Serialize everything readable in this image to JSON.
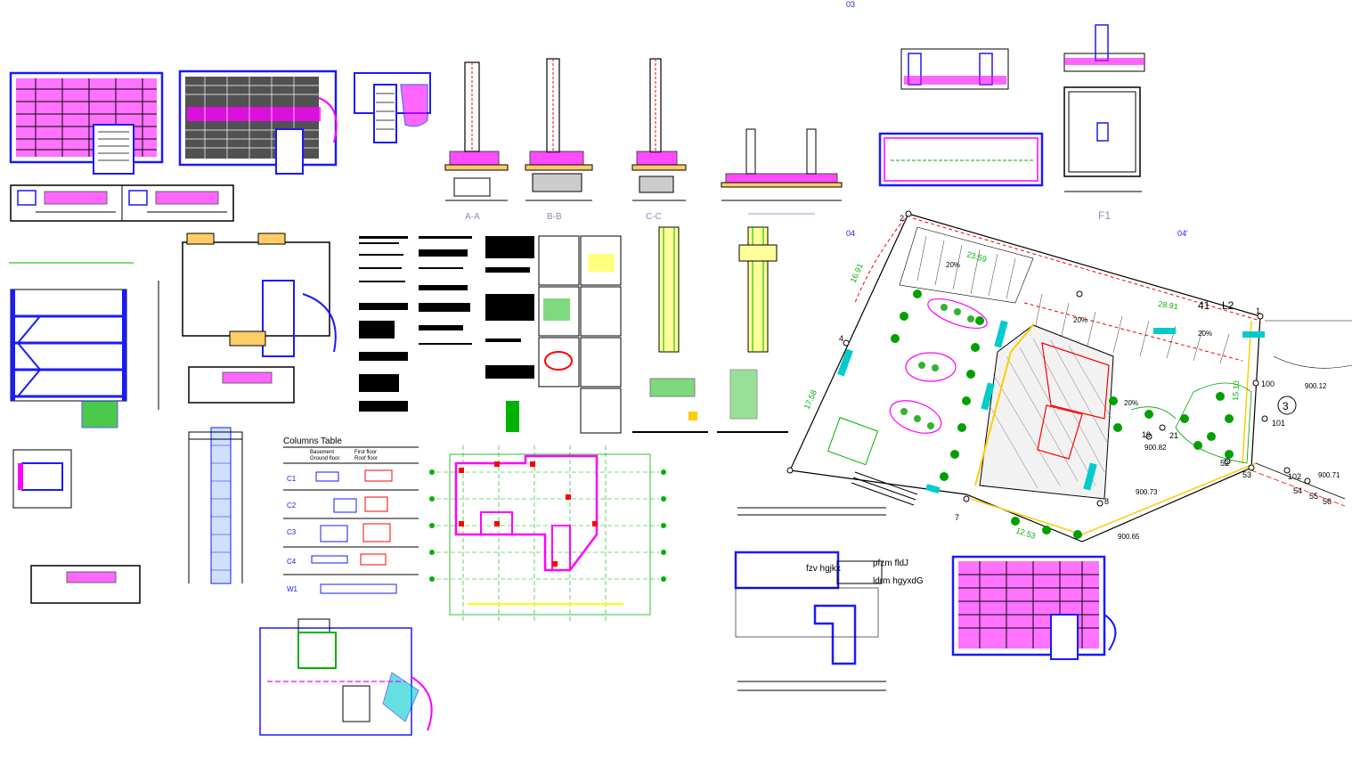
{
  "sheet_numbers": [
    "03",
    "04",
    "04'"
  ],
  "sections": [
    {
      "key": "a",
      "label": "A-A"
    },
    {
      "key": "b",
      "label": "B-B"
    },
    {
      "key": "c",
      "label": "C-C"
    }
  ],
  "footing_label": "F1",
  "columns_table": {
    "title": "Columns Table",
    "header_left": [
      "Basement",
      "Ground floor"
    ],
    "header_right": [
      "First floor",
      "Roof floor"
    ],
    "rows": [
      "C1",
      "C2",
      "C3",
      "C4",
      "W1"
    ]
  },
  "site_plan": {
    "corner_points": [
      "1",
      "2",
      "4",
      "7",
      "8",
      "19",
      "21",
      "41",
      "L2",
      "52",
      "53",
      "54",
      "55",
      "56",
      "100",
      "101",
      "102"
    ],
    "levels": [
      "900.12",
      "900.71",
      "900.82",
      "900.73",
      "900.65"
    ],
    "dimensions": [
      "23.59",
      "16.91",
      "12.53",
      "28.91",
      "17.58",
      "15.10"
    ],
    "circle_label": "3",
    "slope_labels": [
      "20%",
      "20%",
      "20%",
      "20%"
    ]
  },
  "room_labels": [
    "fzv hgjkx",
    "pfzm fldJ",
    "ldrm hgyxdG"
  ],
  "colors": {
    "wall": "#1a1aff",
    "column": "#ff0000",
    "slab": "#ff00ff",
    "grid": "#00b300",
    "dim": "#00cccc",
    "accent": "#ffff00",
    "black": "#000000"
  }
}
